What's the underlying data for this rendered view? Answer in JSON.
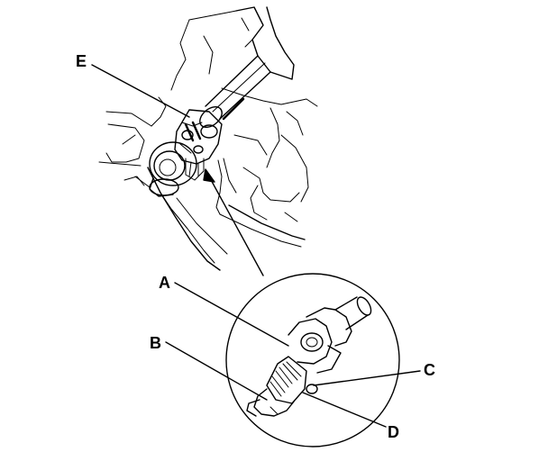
{
  "callouts": {
    "a": "A",
    "b": "B",
    "c": "C",
    "d": "D",
    "e": "E"
  }
}
